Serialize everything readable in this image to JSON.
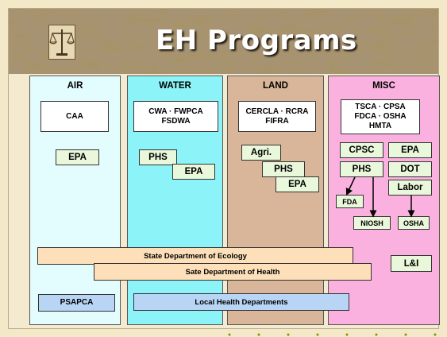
{
  "title": "EH Programs",
  "colors": {
    "air": "#e3fcfd",
    "water": "#8cf4f8",
    "land": "#d9b699",
    "misc": "#fbb1df",
    "agency_box": "#e9f7da",
    "state_bar": "#fde0ba",
    "local_bar": "#b8d5f5"
  },
  "columns": {
    "air": {
      "label": "AIR",
      "law": "CAA",
      "agency": "EPA",
      "local": "PSAPCA"
    },
    "water": {
      "label": "WATER",
      "law_lines": [
        "CWA · FWPCA",
        "FSDWA"
      ],
      "agencies": [
        "PHS",
        "EPA"
      ]
    },
    "land": {
      "label": "LAND",
      "law_lines": [
        "CERCLA · RCRA",
        "FIFRA"
      ],
      "agencies": [
        "Agri.",
        "PHS",
        "EPA"
      ]
    },
    "misc": {
      "label": "MISC",
      "law_lines": [
        "TSCA · CPSA",
        "FDCA · OSHA",
        "HMTA"
      ],
      "agencies": [
        "CPSC",
        "EPA",
        "PHS",
        "DOT",
        "Labor",
        "FDA",
        "NIOSH",
        "OSHA",
        "L&I"
      ]
    }
  },
  "bars": {
    "state_ecology": "State Department  of Ecology",
    "state_health": "Sate Department of Health",
    "local_health": "Local Health Departments"
  }
}
